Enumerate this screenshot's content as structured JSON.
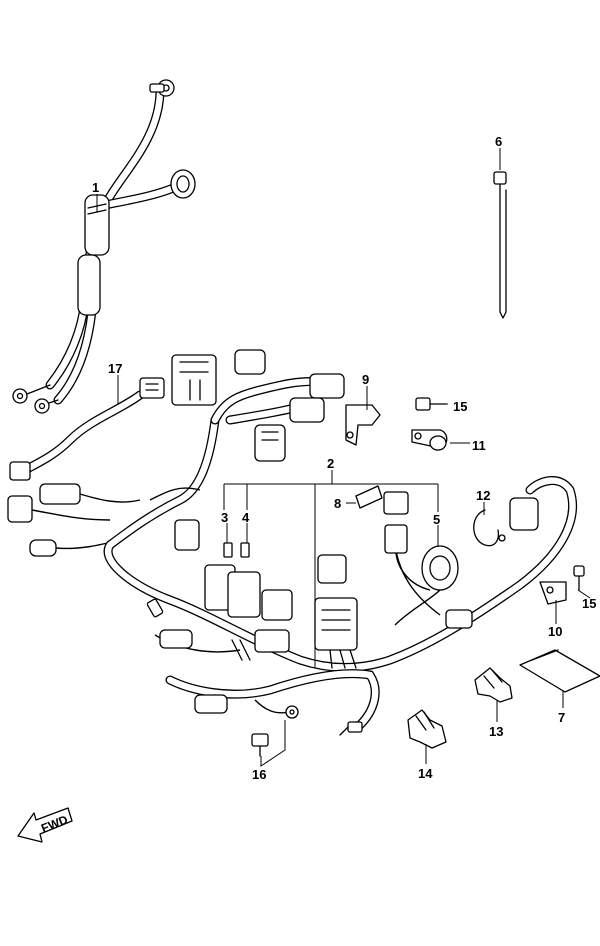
{
  "diagram": {
    "callouts": [
      "1",
      "2",
      "3",
      "4",
      "5",
      "6",
      "7",
      "8",
      "9",
      "10",
      "11",
      "12",
      "13",
      "14",
      "15",
      "15",
      "16",
      "17"
    ],
    "direction_label": "FWD"
  }
}
